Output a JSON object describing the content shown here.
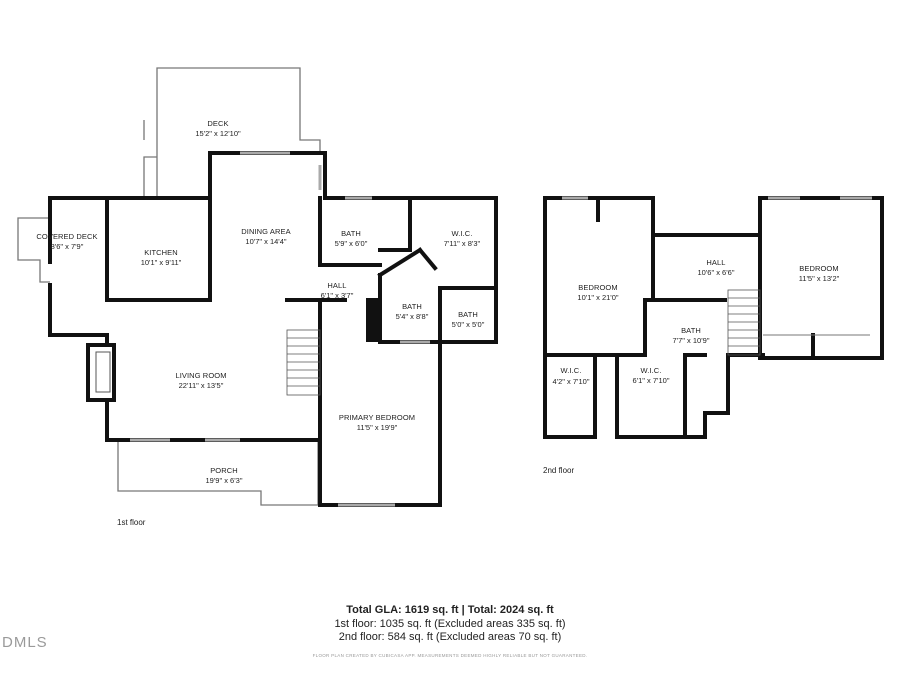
{
  "rooms_first": [
    {
      "name": "DECK",
      "dims": "15'2\" x 12'10\""
    },
    {
      "name": "COVERED DECK",
      "dims": "8'6\" x 7'9\""
    },
    {
      "name": "KITCHEN",
      "dims": "10'1\" x 9'11\""
    },
    {
      "name": "DINING AREA",
      "dims": "10'7\" x 14'4\""
    },
    {
      "name": "BATH",
      "dims": "5'9\" x 6'0\""
    },
    {
      "name": "W.I.C.",
      "dims": "7'11\" x 8'3\""
    },
    {
      "name": "HALL",
      "dims": "6'1\" x 3'7\""
    },
    {
      "name": "BATH",
      "dims": "5'4\" x 8'8\""
    },
    {
      "name": "BATH",
      "dims": "5'0\" x 5'0\""
    },
    {
      "name": "LIVING ROOM",
      "dims": "22'11\" x 13'5\""
    },
    {
      "name": "PRIMARY BEDROOM",
      "dims": "11'5\" x 19'9\""
    },
    {
      "name": "PORCH",
      "dims": "19'9\" x 6'3\""
    }
  ],
  "rooms_second": [
    {
      "name": "BEDROOM",
      "dims": "10'1\" x 21'0\""
    },
    {
      "name": "HALL",
      "dims": "10'6\" x 6'6\""
    },
    {
      "name": "BEDROOM",
      "dims": "11'5\" x 13'2\""
    },
    {
      "name": "BATH",
      "dims": "7'7\" x 10'9\""
    },
    {
      "name": "W.I.C.",
      "dims": "4'2\" x 7'10\""
    },
    {
      "name": "W.I.C.",
      "dims": "6'1\" x 7'10\""
    }
  ],
  "floor_labels": {
    "first": "1st floor",
    "second": "2nd floor"
  },
  "summary": {
    "total": "Total GLA: 1619 sq. ft | Total: 2024 sq. ft",
    "first_floor": "1st floor: 1035 sq. ft (Excluded areas 335 sq. ft)",
    "second_floor": "2nd floor: 584 sq. ft (Excluded areas 70 sq. ft)",
    "disclaimer": "FLOOR PLAN CREATED BY CUBICASA APP. MEASUREMENTS DEEMED HIGHLY RELIABLE BUT NOT GUARANTEED."
  },
  "watermark": "DMLS",
  "colors": {
    "wall": "#111111",
    "thin_wall": "#777777",
    "window": "#9a9a9a",
    "text": "#222222"
  }
}
